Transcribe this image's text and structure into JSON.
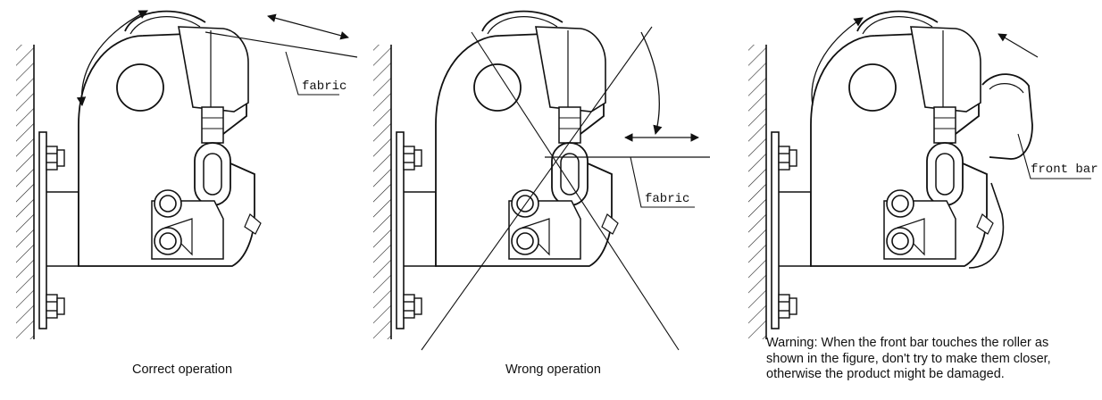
{
  "labels": {
    "fabric_1": "fabric",
    "fabric_2": "fabric",
    "front_bar": "front bar"
  },
  "captions": {
    "correct": "Correct operation",
    "wrong": "Wrong operation",
    "warning_line1": "Warning: When the front bar touches the roller as",
    "warning_line2": "shown in the figure, don't try to make them closer,",
    "warning_line3": "otherwise the product might be damaged."
  }
}
